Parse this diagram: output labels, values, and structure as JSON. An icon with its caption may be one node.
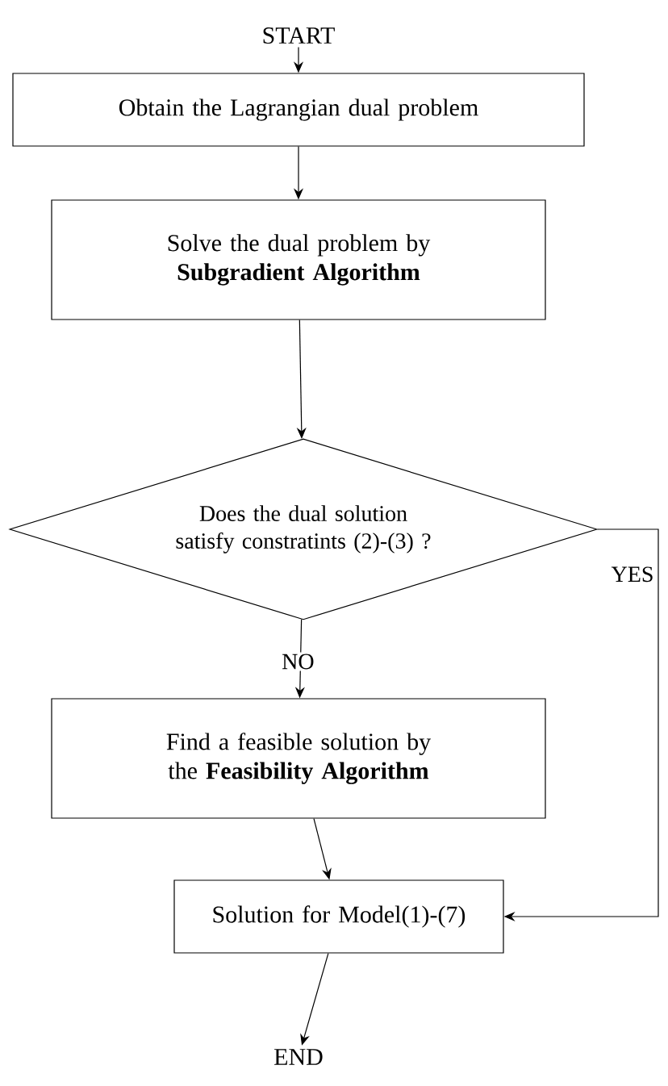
{
  "diagram": {
    "nodes": [
      {
        "text": [
          "START"
        ]
      },
      {
        "text": [
          "Obtain the Lagrangian dual problem"
        ]
      },
      {
        "text": [
          "Solve the dual problem by **Subgradient Algorithm**"
        ]
      },
      {
        "text": [
          "Does the dual solution satisfy constratints (2)-(3) ?"
        ]
      },
      {
        "text": [
          "Find a feasible solution by the **Feasibility Algorithm**"
        ]
      },
      {
        "text": [
          "Solution for Model(1)-(7)"
        ]
      },
      {
        "text": [
          "END"
        ]
      }
    ],
    "edges": [
      {
        "from": 0,
        "to": 1,
        "arrow": "to"
      },
      {
        "from": 1,
        "to": 2,
        "arrow": "to"
      },
      {
        "from": 2,
        "to": 3,
        "arrow": "to"
      },
      {
        "from": 3,
        "to": 4,
        "arrow": "to",
        "label": "NO"
      },
      {
        "from": 3,
        "to": 5,
        "arrow": "to",
        "label": "YES"
      },
      {
        "from": 4,
        "to": 5,
        "arrow": "to"
      },
      {
        "from": 5,
        "to": 6,
        "arrow": "to"
      }
    ]
  }
}
